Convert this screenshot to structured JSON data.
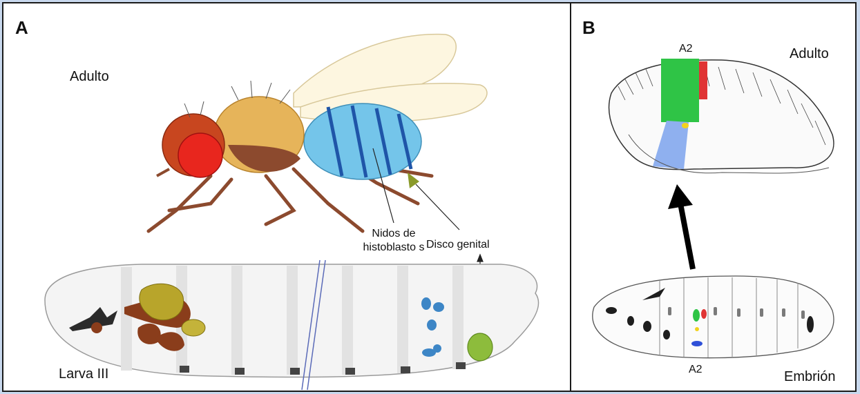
{
  "panel_a": {
    "letter": "A",
    "adult_label": "Adulto",
    "larva_label": "Larva III",
    "histoblast_label_line1": "Nidos de",
    "histoblast_label_line2": "histoblasto s",
    "genital_disc_label": "Disco genital"
  },
  "panel_b": {
    "letter": "B",
    "adult_label": "Adulto",
    "embryo_label": "Embrión",
    "segment_top": "A2",
    "segment_bottom": "A2"
  },
  "colors": {
    "fly_eye": "#e8261e",
    "fly_head": "#c8461f",
    "fly_thorax": "#e6b45a",
    "fly_abdomen": "#74c5ea",
    "abdomen_stripes": "#1f55a8",
    "fly_legs": "#8c4a2e",
    "fly_wing": "#fdf6e0",
    "larva_body": "#f4f4f4",
    "histoblast_nests": "#3d86c6",
    "genital_disc": "#8dbc3c",
    "mouth_hooks": "#2b2b2b",
    "imaginal_discs_brown": "#8a3d1b",
    "imaginal_discs_olive": "#b8a52b",
    "segment_green": "#2fc446",
    "segment_red": "#e03434",
    "segment_blue": "#8fb0ef",
    "arrow": "#000000"
  }
}
